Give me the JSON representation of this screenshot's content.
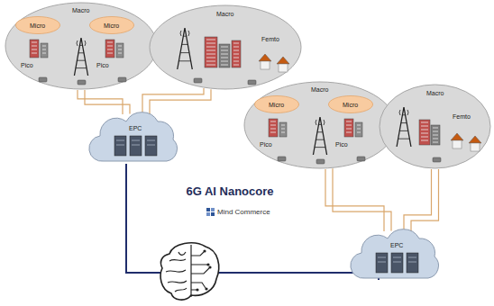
{
  "diagram": {
    "title": "6G AI Nanocore",
    "nodes": [
      {
        "text": [
          "Macro"
        ]
      },
      {
        "text": [
          "Micro"
        ],
        "in": 0
      },
      {
        "text": [
          "Micro"
        ],
        "in": 0
      },
      {
        "text": [
          "Macro"
        ]
      },
      {
        "text": [
          "Macro"
        ]
      },
      {
        "text": [
          "Micro"
        ],
        "in": 4
      },
      {
        "text": [
          "Micro"
        ],
        "in": 4
      },
      {
        "text": [
          "Macro"
        ]
      },
      {
        "text": [
          "EPC"
        ]
      },
      {
        "text": [
          "EPC"
        ]
      }
    ],
    "edges": [
      {
        "from": 0,
        "to": 8,
        "arrow": "none"
      },
      {
        "from": 3,
        "to": 8,
        "arrow": "none"
      },
      {
        "from": 4,
        "to": 9,
        "arrow": "none"
      },
      {
        "from": 7,
        "to": 9,
        "arrow": "none"
      }
    ],
    "labels": [
      "Pico",
      "Pico",
      "Femto",
      "Pico",
      "Pico",
      "Femto",
      "Mind Commerce"
    ]
  }
}
